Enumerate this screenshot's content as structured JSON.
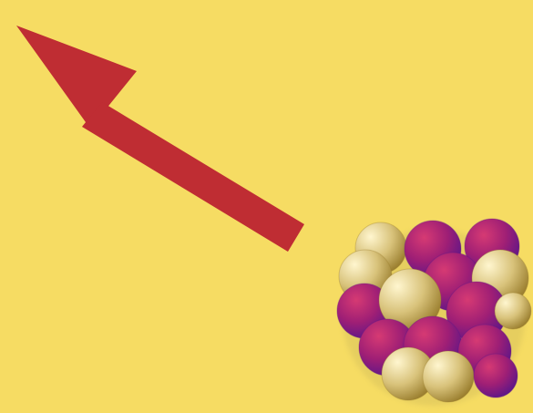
{
  "colors": {
    "background": "#f6dc63",
    "arrow": "#bf2d33",
    "proton_light": "#d63a73",
    "proton_mid": "#9f1f75",
    "proton_dark": "#5d1688",
    "neutron_light": "#fff6cf",
    "neutron_mid": "#d8c27a",
    "neutron_dark": "#9b7f2f",
    "nucleus_shadow": "#c9b558"
  },
  "arrow": {
    "icon": "arrow-up-left-icon",
    "direction": "up-left"
  },
  "nucleus": {
    "icon": "atomic-nucleus-icon",
    "particle_types": [
      "proton",
      "neutron"
    ]
  }
}
